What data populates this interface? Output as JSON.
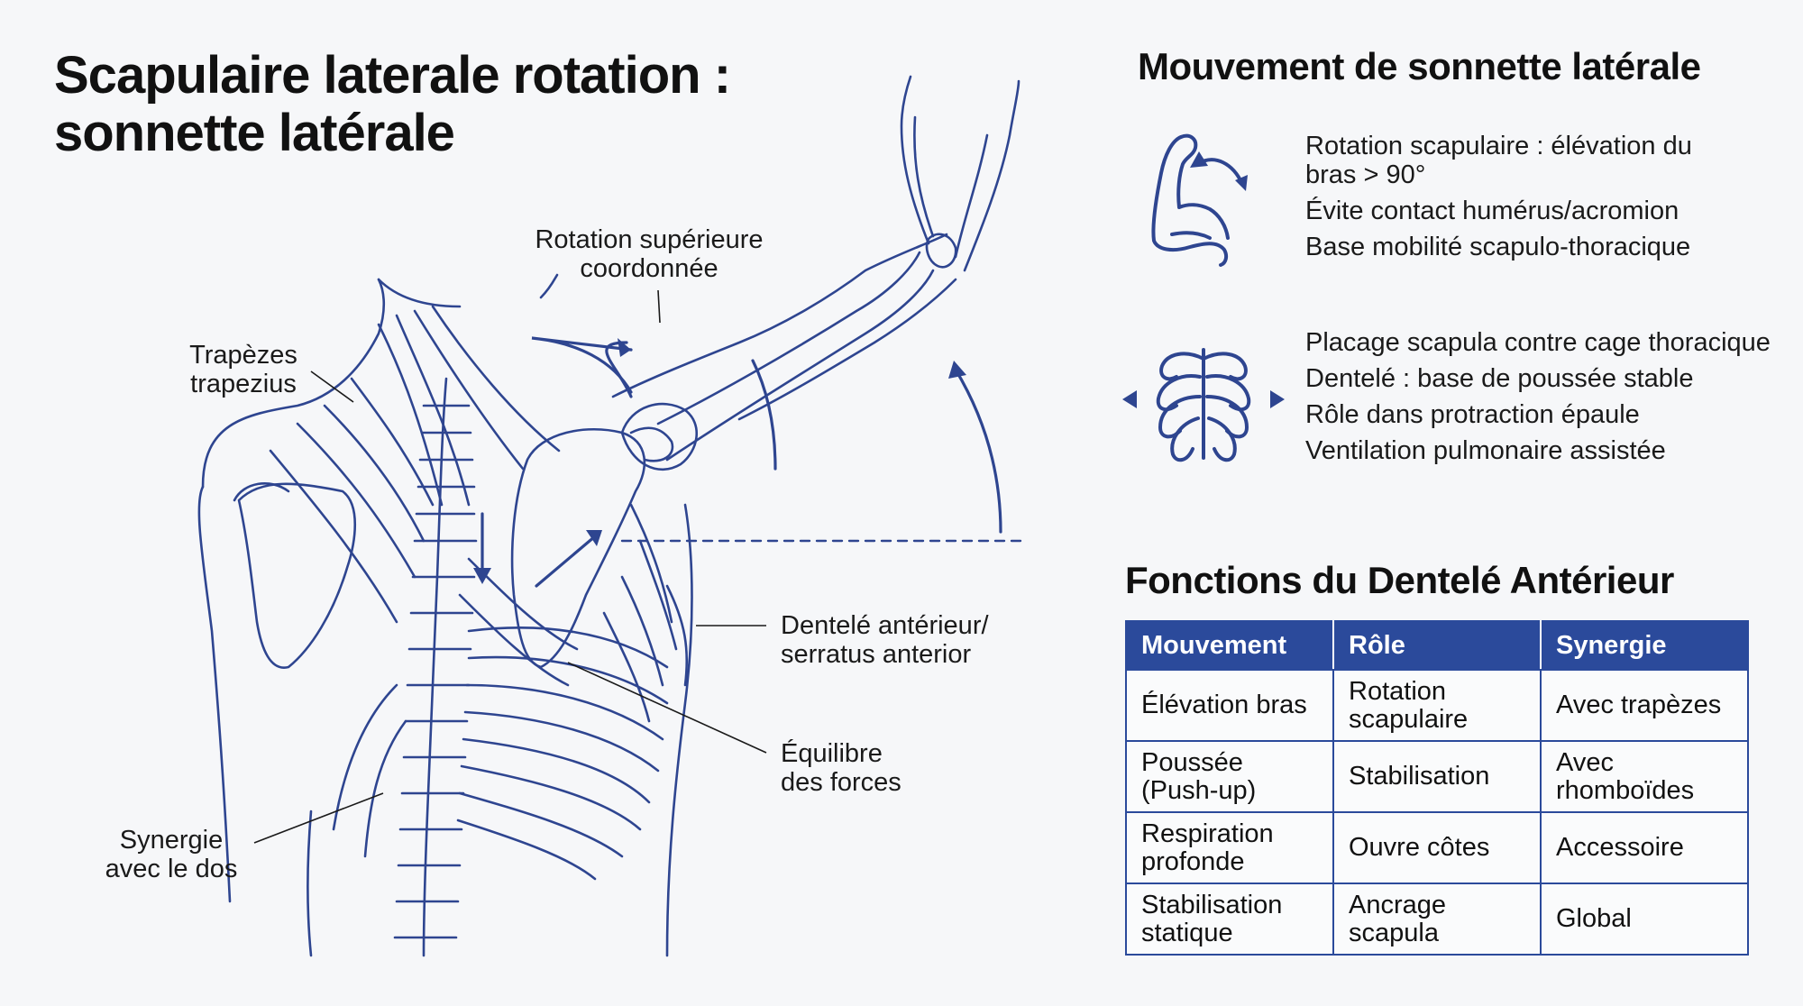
{
  "title": {
    "line1": "Scapulaire laterale rotation :",
    "line2": "sonnette latérale"
  },
  "colors": {
    "accent": "#2b4a9b",
    "line": "#2e4590",
    "background": "#f6f7f9"
  },
  "anatomy_labels": {
    "rotation": {
      "line1": "Rotation supérieure",
      "line2": "coordonnée"
    },
    "trapezes": {
      "line1": "Trapèzes",
      "line2": "trapezius"
    },
    "dentele": {
      "line1": "Dentelé antérieur/",
      "line2": "serratus anterior"
    },
    "equilibre": {
      "line1": "Équilibre",
      "line2": "des forces"
    },
    "synergie": {
      "line1": "Synergie",
      "line2": "avec le dos"
    }
  },
  "movement_section": {
    "heading": "Mouvement de sonnette latérale",
    "group1": {
      "icon": "flexed-arm-icon",
      "items": [
        "Rotation scapulaire : élévation du bras > 90°",
        "Évite contact humérus/acromion",
        "Base mobilité scapulo-thoracique"
      ]
    },
    "group2": {
      "icon": "ribcage-icon",
      "items": [
        "Placage scapula contre cage thoracique",
        "Dentelé : base de poussée stable",
        "Rôle dans protraction épaule",
        "Ventilation pulmonaire assistée"
      ]
    }
  },
  "functions_table": {
    "heading": "Fonctions du Dentelé Antérieur",
    "headers": [
      "Mouvement",
      "Rôle",
      "Synergie"
    ],
    "rows": [
      [
        "Élévation bras",
        "Rotation scapulaire",
        "Avec trapèzes"
      ],
      [
        "Poussée (Push-up)",
        "Stabilisation",
        "Avec rhomboïdes"
      ],
      [
        "Respiration profonde",
        "Ouvre côtes",
        "Accessoire"
      ],
      [
        "Stabilisation statique",
        "Ancrage scapula",
        "Global"
      ]
    ]
  }
}
